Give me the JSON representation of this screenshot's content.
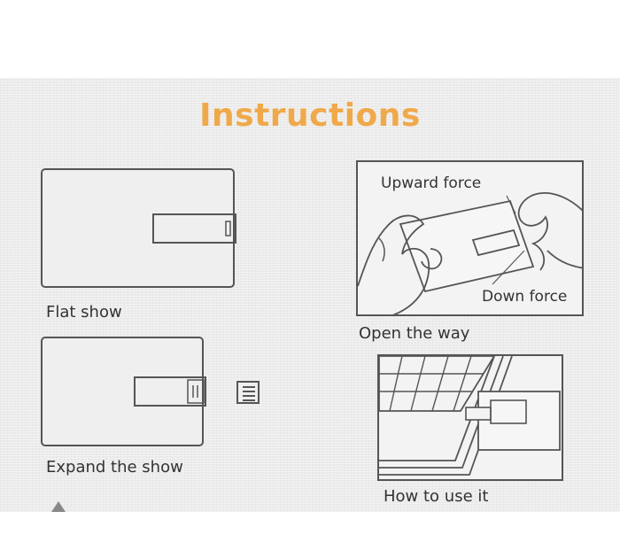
{
  "title": "Instructions",
  "colors": {
    "title": "#f0a94a",
    "line": "#555555",
    "panel": "#ececec"
  },
  "captions": {
    "flat_show": "Flat show",
    "expand_show": "Expand the show",
    "open_way": "Open the way",
    "how_to_use": "How to use it"
  },
  "labels": {
    "upward_force": "Upward force",
    "down_force": "Down force"
  }
}
